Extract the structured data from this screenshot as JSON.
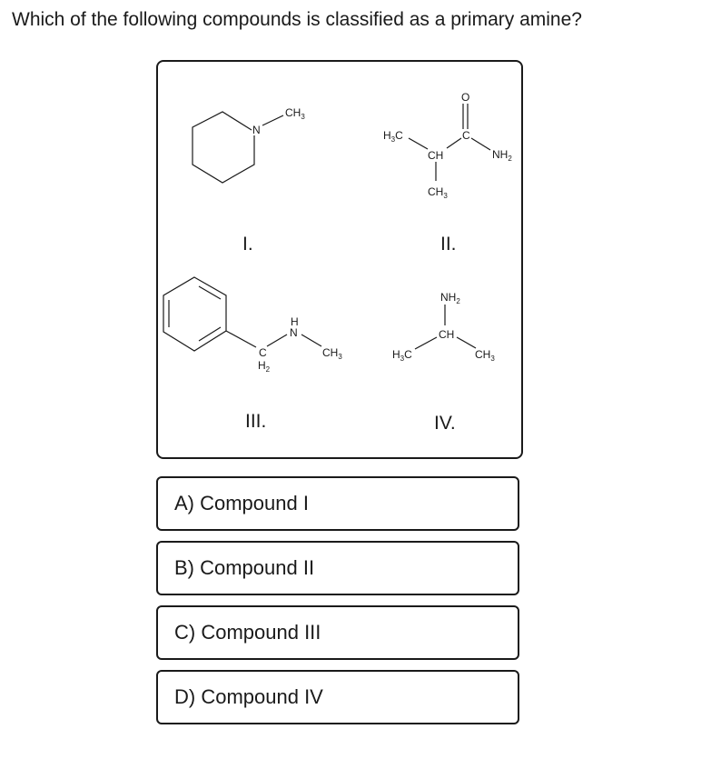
{
  "question": {
    "text": "Which of the following compounds is classified as a primary amine?"
  },
  "figure": {
    "labels": {
      "c1": "I.",
      "c2": "II.",
      "c3": "III.",
      "c4": "IV."
    },
    "atoms": {
      "N": "N",
      "H": "H",
      "O": "O",
      "C": "C",
      "CH": "CH",
      "CH3_main": "CH",
      "CH3_sub": "3",
      "H3C_pre": "H",
      "H3C_sub": "3",
      "H3C_post": "C",
      "NH2_main": "NH",
      "NH2_sub": "2",
      "H2_main": "H",
      "H2_sub": "2"
    }
  },
  "options": [
    {
      "label": "A) Compound I"
    },
    {
      "label": "B) Compound II"
    },
    {
      "label": "C) Compound III"
    },
    {
      "label": "D) Compound IV"
    }
  ]
}
